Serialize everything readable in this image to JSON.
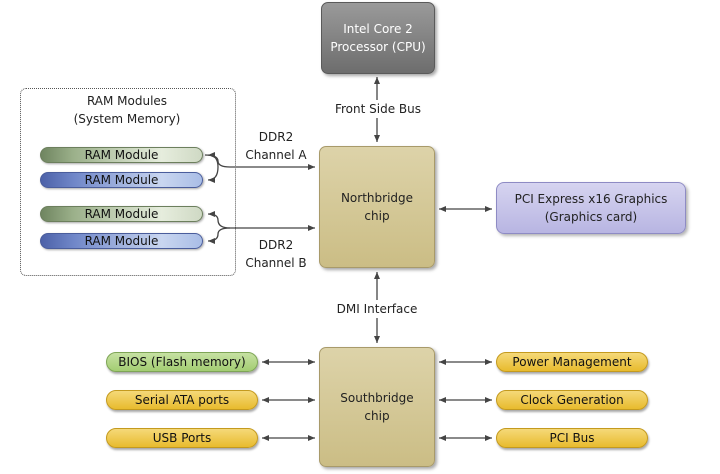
{
  "diagram": {
    "cpu": {
      "label": "Intel Core 2\nProcessor (CPU)",
      "color": "#7f7f7f"
    },
    "northbridge": {
      "label": "Northbridge\nchip",
      "color": "#d5c99a"
    },
    "southbridge": {
      "label": "Southbridge\nchip",
      "color": "#d5c99a"
    },
    "graphics": {
      "label": "PCI Express x16 Graphics\n(Graphics card)",
      "color": "#c7c4ea"
    },
    "ram_group": {
      "title": "RAM Modules\n(System Memory)",
      "modules": [
        {
          "label": "RAM Module",
          "color": "green"
        },
        {
          "label": "RAM Module",
          "color": "blue"
        },
        {
          "label": "RAM Module",
          "color": "green"
        },
        {
          "label": "RAM Module",
          "color": "blue"
        }
      ]
    },
    "connections": {
      "front_side_bus": "Front Side Bus",
      "ddr2_channel_a": "DDR2\nChannel A",
      "ddr2_channel_b": "DDR2\nChannel B",
      "dmi_interface": "DMI Interface"
    },
    "southbridge_left": [
      {
        "label": "BIOS (Flash memory)",
        "color": "#b3d88a"
      },
      {
        "label": "Serial ATA ports",
        "color": "#f0c94e"
      },
      {
        "label": "USB Ports",
        "color": "#f0c94e"
      }
    ],
    "southbridge_right": [
      {
        "label": "Power Management",
        "color": "#f0c94e"
      },
      {
        "label": "Clock Generation",
        "color": "#f0c94e"
      },
      {
        "label": "PCI Bus",
        "color": "#f0c94e"
      }
    ]
  }
}
